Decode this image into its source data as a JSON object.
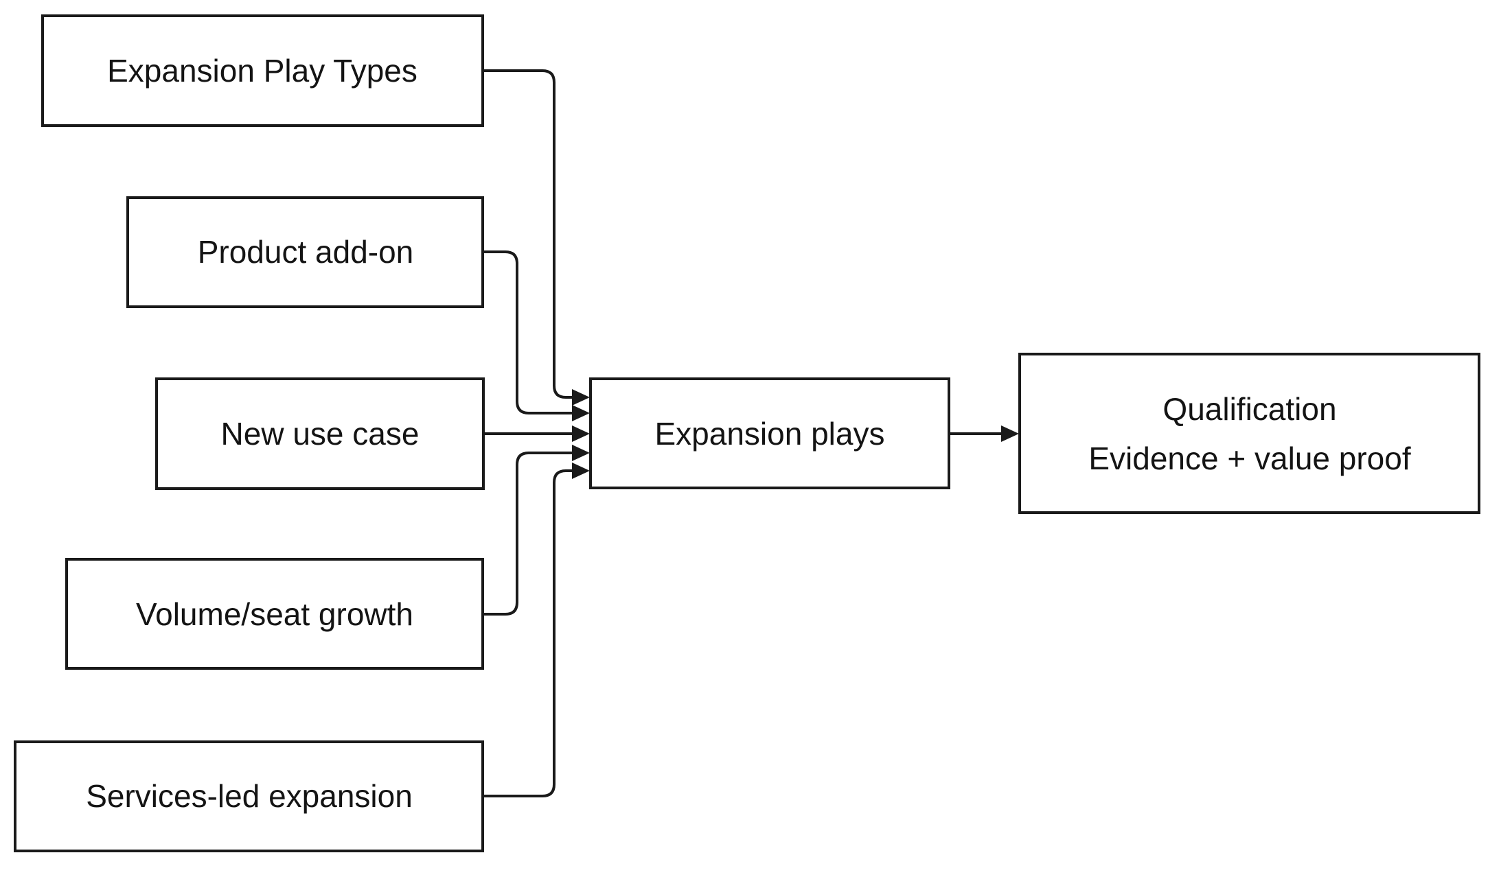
{
  "diagram": {
    "type": "flowchart-left-to-right",
    "background_color": "#ffffff",
    "stroke_color": "#1a1a1a",
    "text_color": "#141414",
    "nodes": {
      "expansion_play_types": {
        "label": "Expansion Play Types"
      },
      "product_add_on": {
        "label": "Product add-on"
      },
      "new_use_case": {
        "label": "New use case"
      },
      "volume_seat_growth": {
        "label": "Volume/seat growth"
      },
      "services_led_expansion": {
        "label": "Services-led expansion"
      },
      "expansion_plays": {
        "label": "Expansion plays"
      },
      "qualification": {
        "line1": "Qualification",
        "line2": "Evidence + value proof"
      }
    },
    "edges": [
      {
        "from": "Expansion Play Types",
        "to": "Expansion plays"
      },
      {
        "from": "Product add-on",
        "to": "Expansion plays"
      },
      {
        "from": "New use case",
        "to": "Expansion plays"
      },
      {
        "from": "Volume/seat growth",
        "to": "Expansion plays"
      },
      {
        "from": "Services-led expansion",
        "to": "Expansion plays"
      },
      {
        "from": "Expansion plays",
        "to": "Qualification Evidence + value proof"
      }
    ]
  }
}
